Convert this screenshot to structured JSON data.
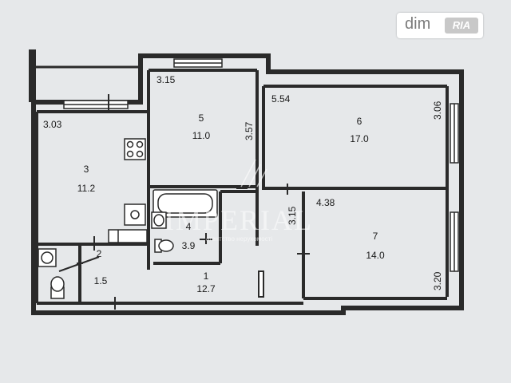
{
  "badge": {
    "brand": "dim",
    "logo": "RIA"
  },
  "watermark": {
    "name": "IMPERIAL",
    "tagline": "агентство нерухомості"
  },
  "rooms": [
    {
      "number": "1",
      "area": "12.7"
    },
    {
      "number": "2",
      "area": "1.5"
    },
    {
      "number": "3",
      "area": "11.2"
    },
    {
      "number": "4",
      "area": "3.9"
    },
    {
      "number": "5",
      "area": "11.0"
    },
    {
      "number": "6",
      "area": "17.0"
    },
    {
      "number": "7",
      "area": "14.0"
    }
  ],
  "dimensions": [
    "3.15",
    "3.57",
    "5.54",
    "3.06",
    "3.03",
    "4.38",
    "3.15",
    "3.20"
  ],
  "colors": {
    "wall": "#2a2a2a",
    "background": "#e6e8ea",
    "window": "#ffffff"
  }
}
